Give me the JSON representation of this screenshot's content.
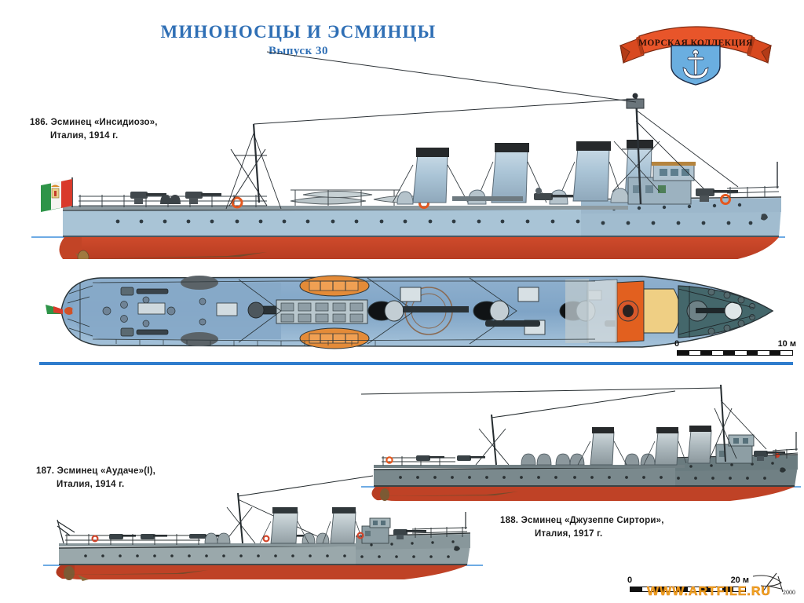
{
  "header": {
    "title": "МИНОНОСЦЫ И ЭСМИНЦЫ",
    "subtitle": "Выпуск 30"
  },
  "logo": {
    "ribbon_text": "МОРСКАЯ КОЛЛЕКЦИЯ",
    "ribbon_color": "#e8552a",
    "shield_color": "#6aaee0",
    "anchor_color": "#ffffff"
  },
  "captions": {
    "item186": {
      "line1": "186. Эсминец «Инсидиозо»,",
      "line2": "Италия, 1914 г."
    },
    "item187": {
      "line1": "187. Эсминец «Аудаче»(I),",
      "line2": "Италия, 1914 г."
    },
    "item188": {
      "line1": "188. Эсминец «Джузеппе Сиртори»,",
      "line2": "Италия, 1917 г."
    }
  },
  "scales": {
    "top": {
      "zero": "0",
      "max": "10 м"
    },
    "bottom": {
      "zero": "0",
      "max": "20 м"
    }
  },
  "signature": {
    "year": "2000"
  },
  "watermark": {
    "text": "WWW.ARTFILE.RU",
    "color": "#f0a418"
  },
  "palette": {
    "title_blue": "#2f6fb5",
    "divider_blue": "#2f7ccd",
    "waterline_blue": "#4a97e0",
    "hull_red": "#c4452a",
    "hull_light_blue_grey": "#a8c3d4",
    "hull_grey": "#8e9ba2",
    "hull_dark_grey_green": "#5e6f73",
    "deck_grey": "#9fa8a4",
    "funnel_black": "#26292b",
    "lifering_orange": "#e4581f",
    "plan_blue": "#7ea7cd",
    "plan_teal": "#44676b",
    "plan_orange": "#e2601f",
    "plan_cream": "#efcf84",
    "flag_green": "#2e9448",
    "flag_red": "#d93a2b",
    "flag_white": "#f4f4f0"
  },
  "ships": [
    {
      "id": "186",
      "name": "Инсидиозо",
      "country": "Италия",
      "year": "1914",
      "views": [
        "profile",
        "plan"
      ],
      "funnels": 4,
      "flag": "italy"
    },
    {
      "id": "187",
      "name": "Аудаче (I)",
      "country": "Италия",
      "year": "1914",
      "views": [
        "profile"
      ],
      "funnels": 2,
      "flag": "none"
    },
    {
      "id": "188",
      "name": "Джузеппе Сиртори",
      "country": "Италия",
      "year": "1917",
      "views": [
        "profile"
      ],
      "funnels": 3,
      "flag": "none"
    }
  ]
}
